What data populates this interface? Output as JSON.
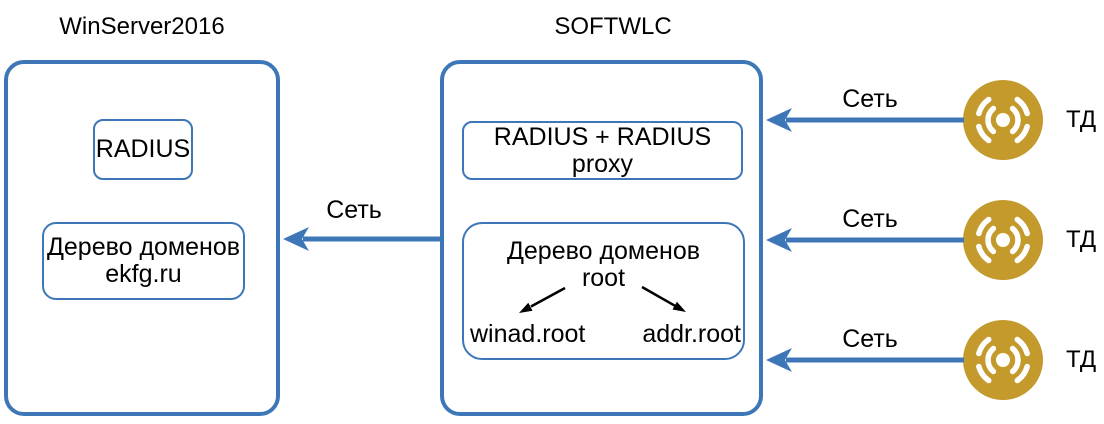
{
  "colors": {
    "stroke_blue": "#3d77b8",
    "access_point_gold": "#c49a2d",
    "text": "#000000",
    "background": "#ffffff"
  },
  "left_server": {
    "title": "WinServer2016",
    "radius_box_label": "RADIUS",
    "domain_tree_line1": "Дерево доменов",
    "domain_tree_line2": "ekfg.ru"
  },
  "softwlc": {
    "title": "SOFTWLC",
    "radius_box_label": "RADIUS + RADIUS proxy",
    "domain_tree_line1": "Дерево доменов",
    "domain_tree_line2": "root",
    "domain_child_left": "winad.root",
    "domain_child_right": "addr.root"
  },
  "links": {
    "server_link_label": "Сеть",
    "ap_link_labels": [
      "Сеть",
      "Сеть",
      "Сеть"
    ]
  },
  "access_points": [
    {
      "label": "ТД",
      "icon": "wireless-access-point-icon"
    },
    {
      "label": "ТД",
      "icon": "wireless-access-point-icon"
    },
    {
      "label": "ТД",
      "icon": "wireless-access-point-icon"
    }
  ]
}
